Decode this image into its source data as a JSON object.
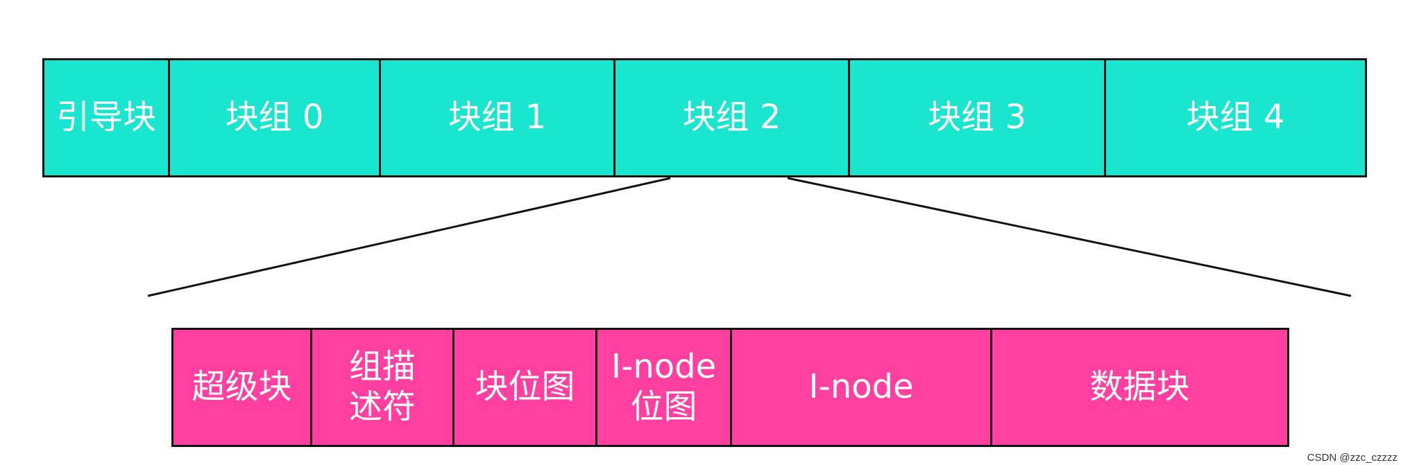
{
  "top_row": {
    "cells": [
      {
        "label": "引导块"
      },
      {
        "label": "块组 0"
      },
      {
        "label": "块组 1"
      },
      {
        "label": "块组 2"
      },
      {
        "label": "块组 3"
      },
      {
        "label": "块组 4"
      }
    ]
  },
  "bottom_row": {
    "cells": [
      {
        "label": "超级块"
      },
      {
        "label": "组描\n述符"
      },
      {
        "label": "块位图"
      },
      {
        "label": "I-node\n位图"
      },
      {
        "label": "I-node"
      },
      {
        "label": "数据块"
      }
    ]
  },
  "colors": {
    "top_fill": "#1ae6d0",
    "bottom_fill": "#ff40a0",
    "border": "#111111",
    "text": "#ffffff"
  },
  "watermark": "CSDN @zzc_czzzz"
}
